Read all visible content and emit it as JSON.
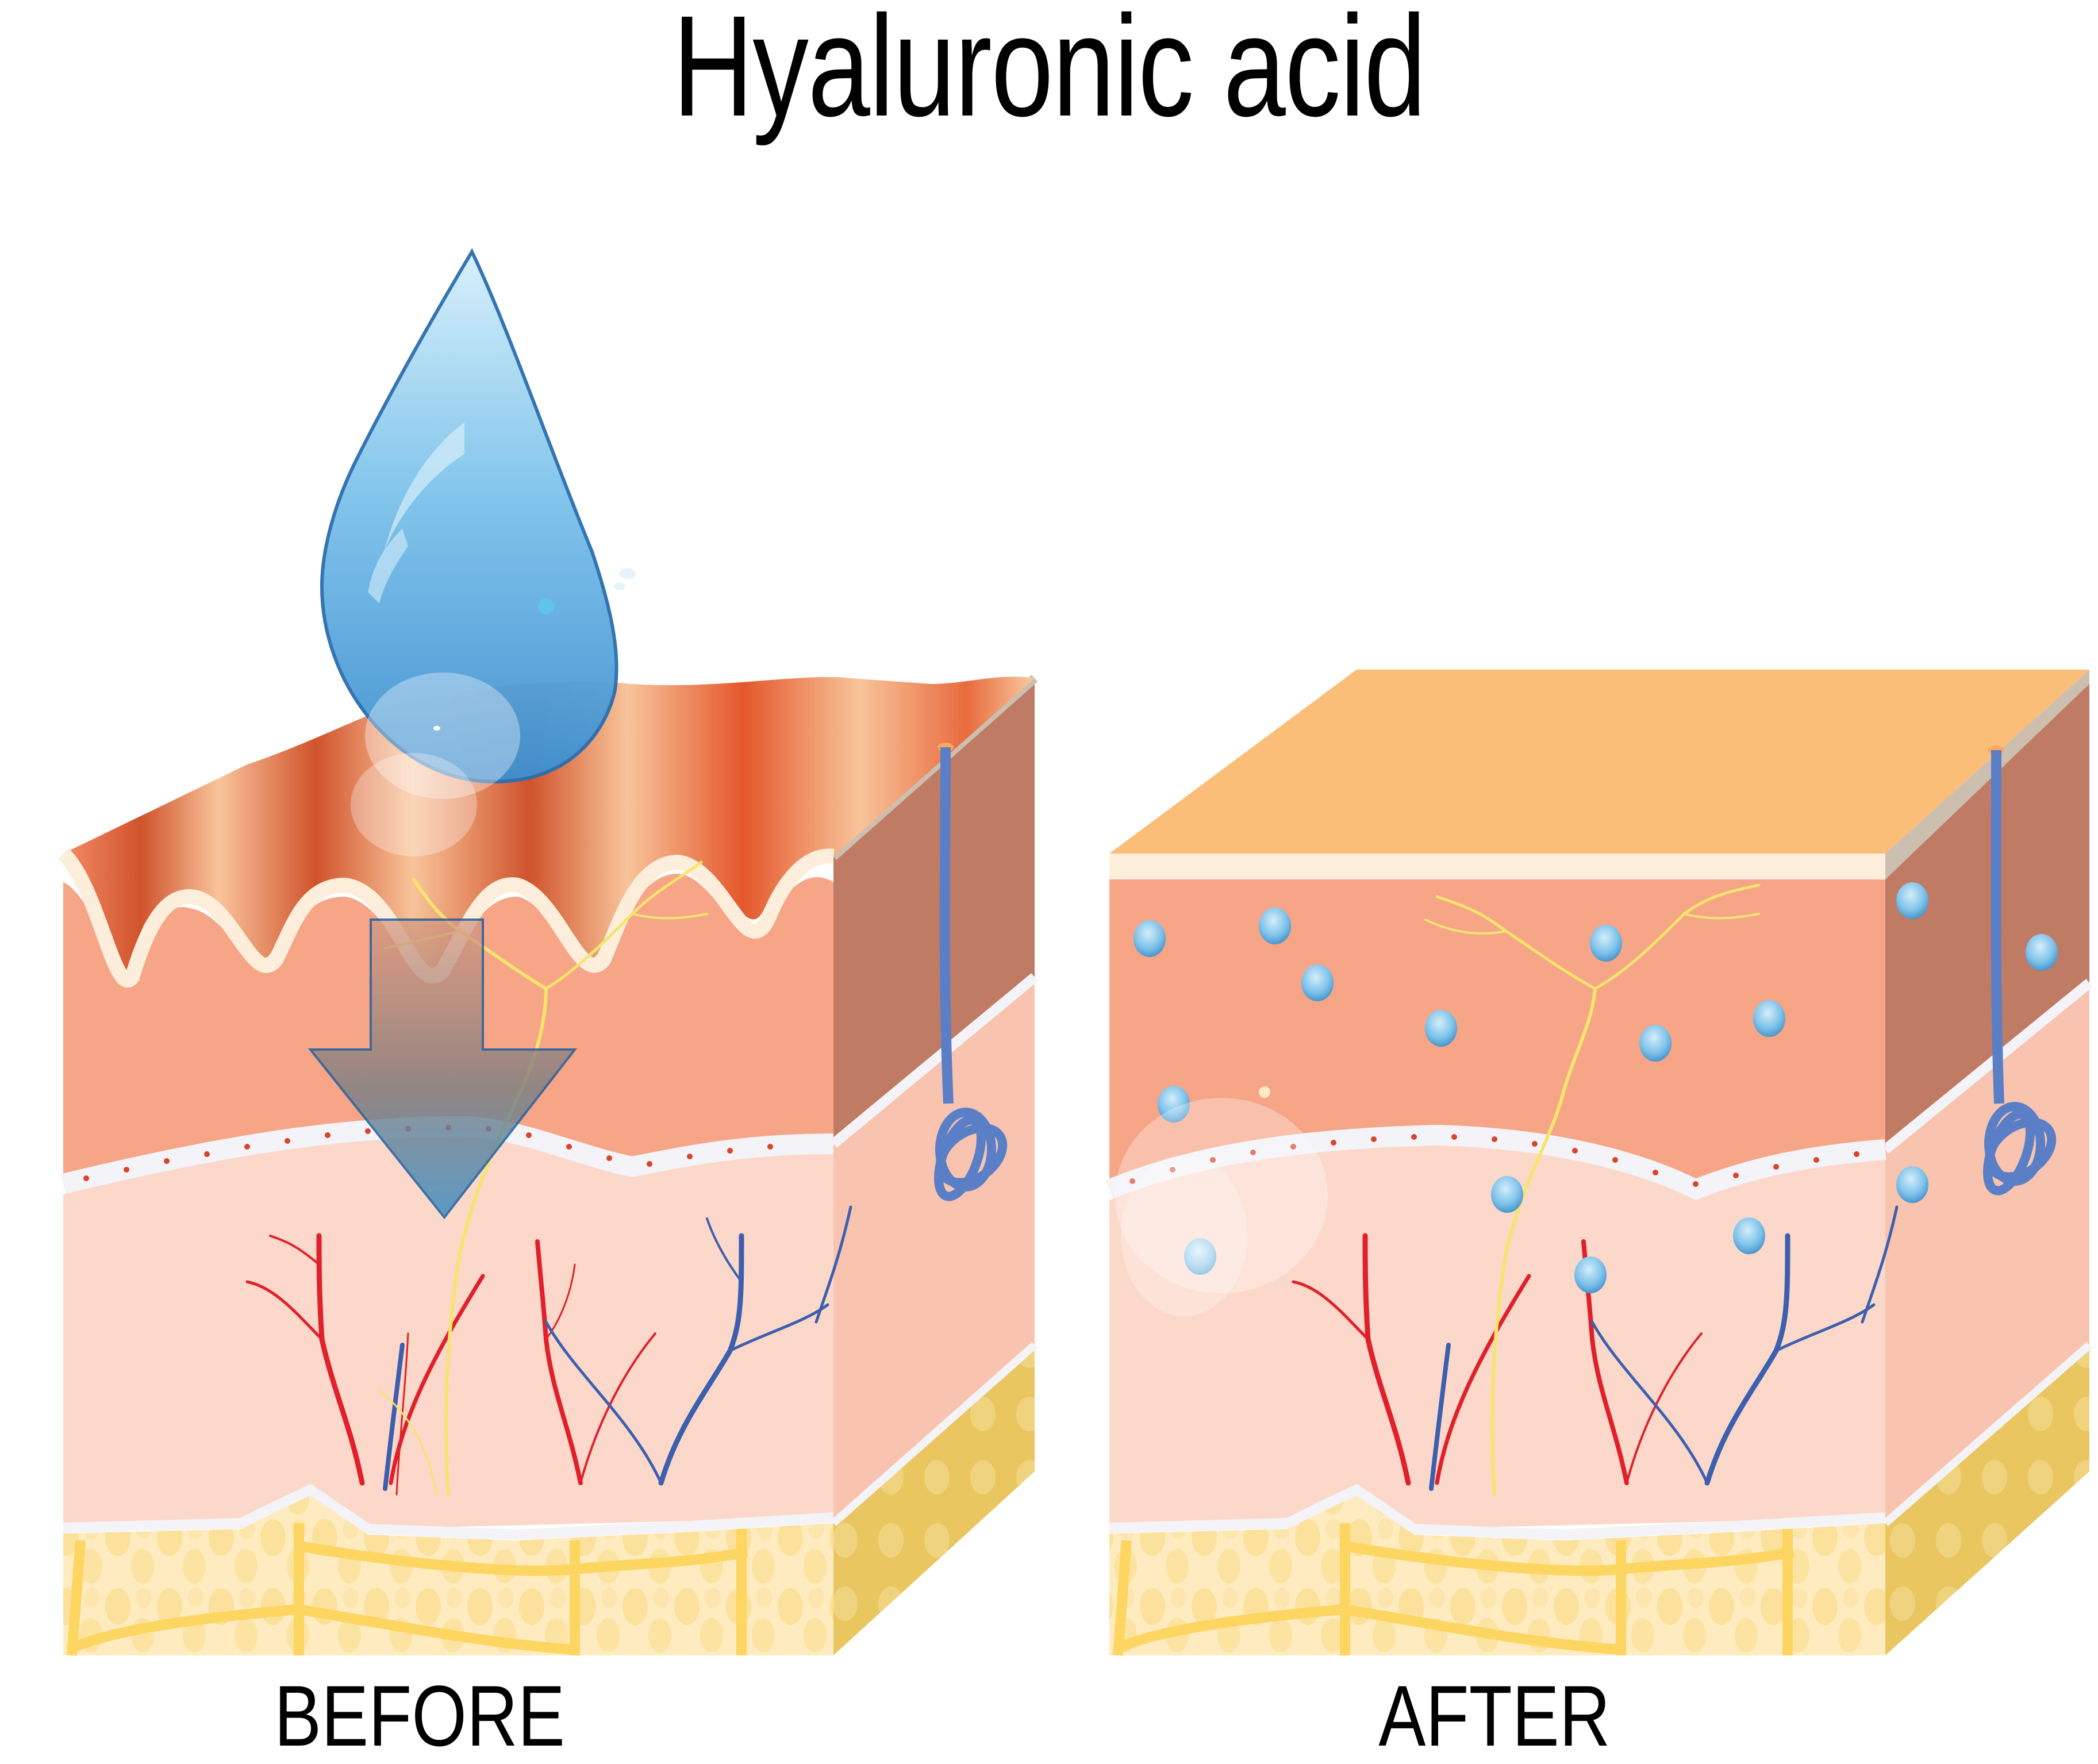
{
  "title": "Hyaluronic acid",
  "panels": [
    {
      "id": "before",
      "label": "BEFORE",
      "surface": "wrinkled",
      "elements": [
        "water-droplet",
        "downward-arrow",
        "nerve-fibers",
        "arteries",
        "veins",
        "sweat-gland",
        "fat-layer"
      ]
    },
    {
      "id": "after",
      "label": "AFTER",
      "surface": "smooth",
      "elements": [
        "hyaluronic-acid-droplets",
        "nerve-fibers",
        "arteries",
        "veins",
        "sweat-gland",
        "fat-layer"
      ]
    }
  ],
  "colors": {
    "epidermis_top": "#FBBE78",
    "wrinkle_dark": "#D0532C",
    "wrinkle_light": "#F9C49A",
    "stratum_band": "#FDEEDC",
    "epidermis": "#F6A587",
    "epidermis_side": "#C07B64",
    "dermis": "#FCD8CA",
    "dermis_side": "#F8C4B0",
    "basal_cells": "#F3F3F8",
    "cell_nucleus": "#D9452C",
    "fat": "#FDE9AE",
    "fat_septa": "#FCD661",
    "artery": "#E0202A",
    "vein": "#3C5FAE",
    "nerve": "#F5E46E",
    "droplet": "#4EA3DC",
    "droplet_light": "#CDEBF8",
    "arrow_top": "#D2927E",
    "arrow_bottom": "#3E8EC4",
    "sweat_gland": "#5B7FC6",
    "ha_bubble": "#6FB6E2"
  }
}
